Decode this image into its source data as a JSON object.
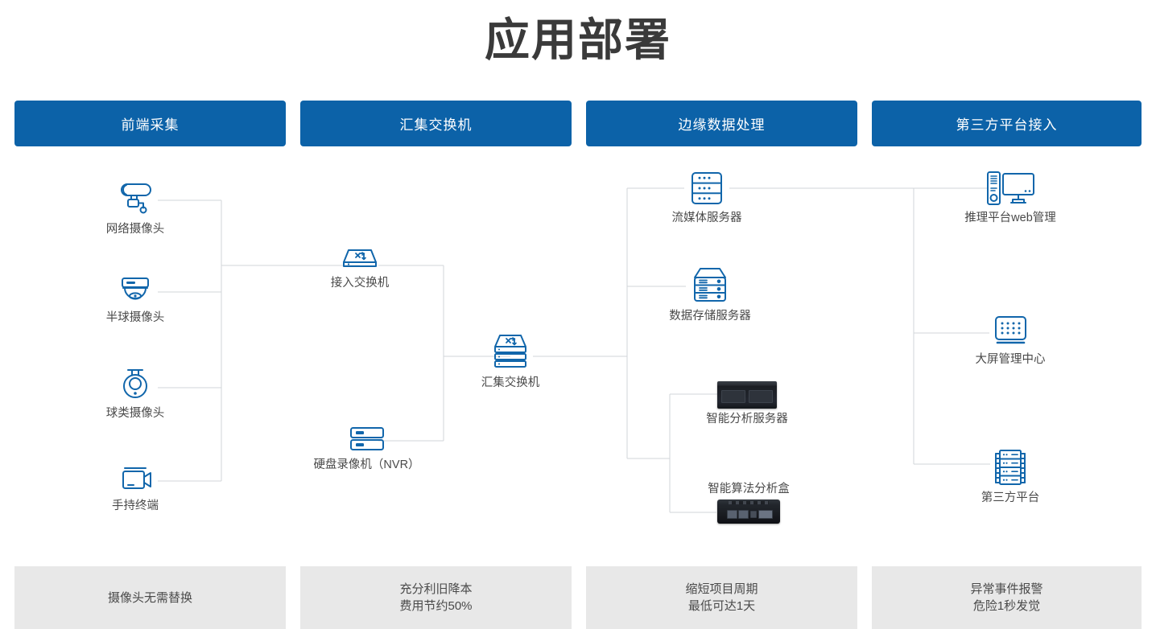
{
  "page": {
    "title": "应用部署",
    "accent_color": "#0c62a8",
    "line_color": "#d2d6da",
    "footer_bg": "#e8e8e8"
  },
  "columns": [
    {
      "header": "前端采集"
    },
    {
      "header": "汇集交换机"
    },
    {
      "header": "边缘数据处理"
    },
    {
      "header": "第三方平台接入"
    }
  ],
  "nodes": {
    "ipcam": {
      "label": "网络摄像头",
      "icon": "bullet-camera-icon"
    },
    "domecam": {
      "label": "半球摄像头",
      "icon": "dome-camera-icon"
    },
    "ptzcam": {
      "label": "球类摄像头",
      "icon": "ptz-camera-icon"
    },
    "handheld": {
      "label": "手持终端",
      "icon": "handheld-camcorder-icon"
    },
    "accessw": {
      "label": "接入交换机",
      "icon": "network-switch-icon"
    },
    "nvr": {
      "label": "硬盘录像机（NVR）",
      "icon": "nvr-recorder-icon"
    },
    "coresw": {
      "label": "汇集交换机",
      "icon": "stacked-switch-icon"
    },
    "stream": {
      "label": "流媒体服务器",
      "icon": "rack-server-icon"
    },
    "storage": {
      "label": "数据存储服务器",
      "icon": "storage-server-icon"
    },
    "aiserver": {
      "label": "智能分析服务器",
      "icon": "analysis-server-photo"
    },
    "aibox": {
      "label": "智能算法分析盒",
      "icon": "edge-ai-box-photo"
    },
    "webmgmt": {
      "label": "推理平台web管理",
      "icon": "desktop-computer-icon"
    },
    "videowall": {
      "label": "大屏管理中心",
      "icon": "video-wall-icon"
    },
    "thirdparty": {
      "label": "第三方平台",
      "icon": "datacenter-rack-icon"
    }
  },
  "footers": [
    {
      "line1": "摄像头无需替换",
      "line2": ""
    },
    {
      "line1": "充分利旧降本",
      "line2": "费用节约50%"
    },
    {
      "line1": "缩短项目周期",
      "line2": "最低可达1天"
    },
    {
      "line1": "异常事件报警",
      "line2": "危险1秒发觉"
    }
  ]
}
